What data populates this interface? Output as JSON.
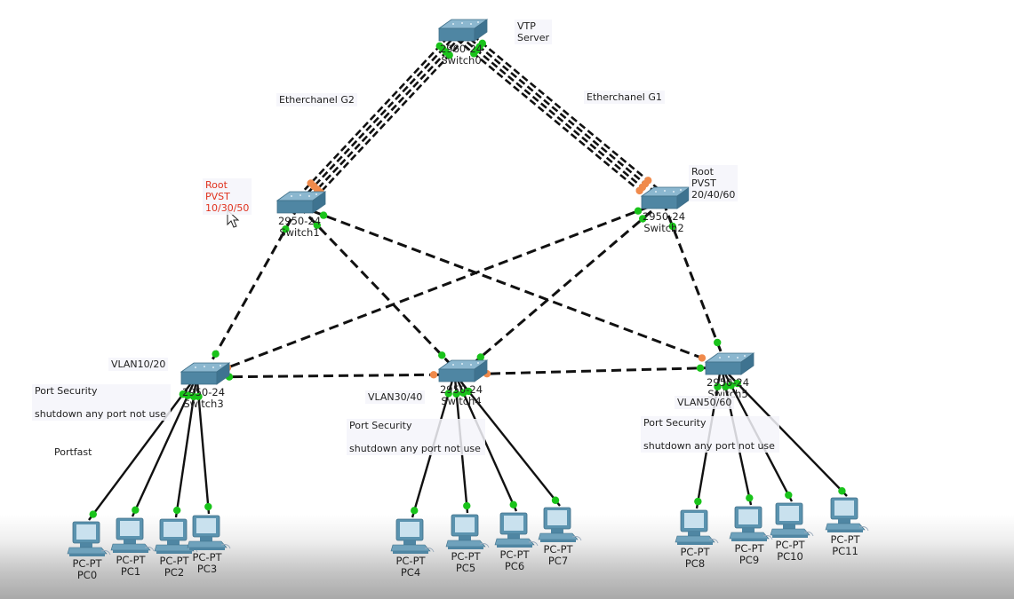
{
  "colors": {
    "link": "#111111",
    "port_up": "#19c31a",
    "port_blocked": "#f08a4b",
    "note_red": "#e0321e",
    "switch_top": "#7aa9c2",
    "switch_side": "#4f86a3"
  },
  "devices": {
    "switches": [
      {
        "id": "sw0",
        "model": "2960-24",
        "name": "Switch0"
      },
      {
        "id": "sw1",
        "model": "2950-24",
        "name": "Switch1"
      },
      {
        "id": "sw2",
        "model": "2950-24",
        "name": "Switch2"
      },
      {
        "id": "sw3",
        "model": "2950-24",
        "name": "Switch3"
      },
      {
        "id": "sw4",
        "model": "2950-24",
        "name": "Switch4"
      },
      {
        "id": "sw5",
        "model": "2950-24",
        "name": "Switch5"
      }
    ],
    "pcs": [
      {
        "id": "pc0",
        "model": "PC-PT",
        "name": "PC0",
        "switch": "sw3"
      },
      {
        "id": "pc1",
        "model": "PC-PT",
        "name": "PC1",
        "switch": "sw3"
      },
      {
        "id": "pc2",
        "model": "PC-PT",
        "name": "PC2",
        "switch": "sw3"
      },
      {
        "id": "pc3",
        "model": "PC-PT",
        "name": "PC3",
        "switch": "sw3"
      },
      {
        "id": "pc4",
        "model": "PC-PT",
        "name": "PC4",
        "switch": "sw4"
      },
      {
        "id": "pc5",
        "model": "PC-PT",
        "name": "PC5",
        "switch": "sw4"
      },
      {
        "id": "pc6",
        "model": "PC-PT",
        "name": "PC6",
        "switch": "sw4"
      },
      {
        "id": "pc7",
        "model": "PC-PT",
        "name": "PC7",
        "switch": "sw4"
      },
      {
        "id": "pc8",
        "model": "PC-PT",
        "name": "PC8",
        "switch": "sw5"
      },
      {
        "id": "pc9",
        "model": "PC-PT",
        "name": "PC9",
        "switch": "sw5"
      },
      {
        "id": "pc10",
        "model": "PC-PT",
        "name": "PC10",
        "switch": "sw5"
      },
      {
        "id": "pc11",
        "model": "PC-PT",
        "name": "PC11",
        "switch": "sw5"
      }
    ]
  },
  "trunk_links": [
    {
      "from": "sw0",
      "to": "sw1",
      "type": "etherchannel",
      "members": 4
    },
    {
      "from": "sw0",
      "to": "sw2",
      "type": "etherchannel",
      "members": 4
    },
    {
      "from": "sw1",
      "to": "sw3",
      "type": "crossover"
    },
    {
      "from": "sw1",
      "to": "sw4",
      "type": "crossover"
    },
    {
      "from": "sw1",
      "to": "sw5",
      "type": "crossover"
    },
    {
      "from": "sw2",
      "to": "sw3",
      "type": "crossover"
    },
    {
      "from": "sw2",
      "to": "sw4",
      "type": "crossover"
    },
    {
      "from": "sw2",
      "to": "sw5",
      "type": "crossover"
    },
    {
      "from": "sw3",
      "to": "sw4",
      "type": "crossover"
    },
    {
      "from": "sw4",
      "to": "sw5",
      "type": "crossover"
    }
  ],
  "notes": {
    "vtp_server": "VTP\nServer",
    "etherchannel_g2": "Etherchanel G2",
    "etherchannel_g1": "Etherchanel G1",
    "root_sw1": "Root\nPVST\n10/30/50",
    "root_sw2": "Root\nPVST\n20/40/60",
    "vlan_sw3": "VLAN10/20",
    "vlan_sw4": "VLAN30/40",
    "vlan_sw5": "VLAN50/60",
    "port_security_sw3": "Port Security\n\nshutdown any port not use",
    "port_security_sw4": "Port Security\n\nshutdown any port not use",
    "port_security_sw5": "Port Security\n\nshutdown any port not use",
    "portfast": "Portfast"
  }
}
